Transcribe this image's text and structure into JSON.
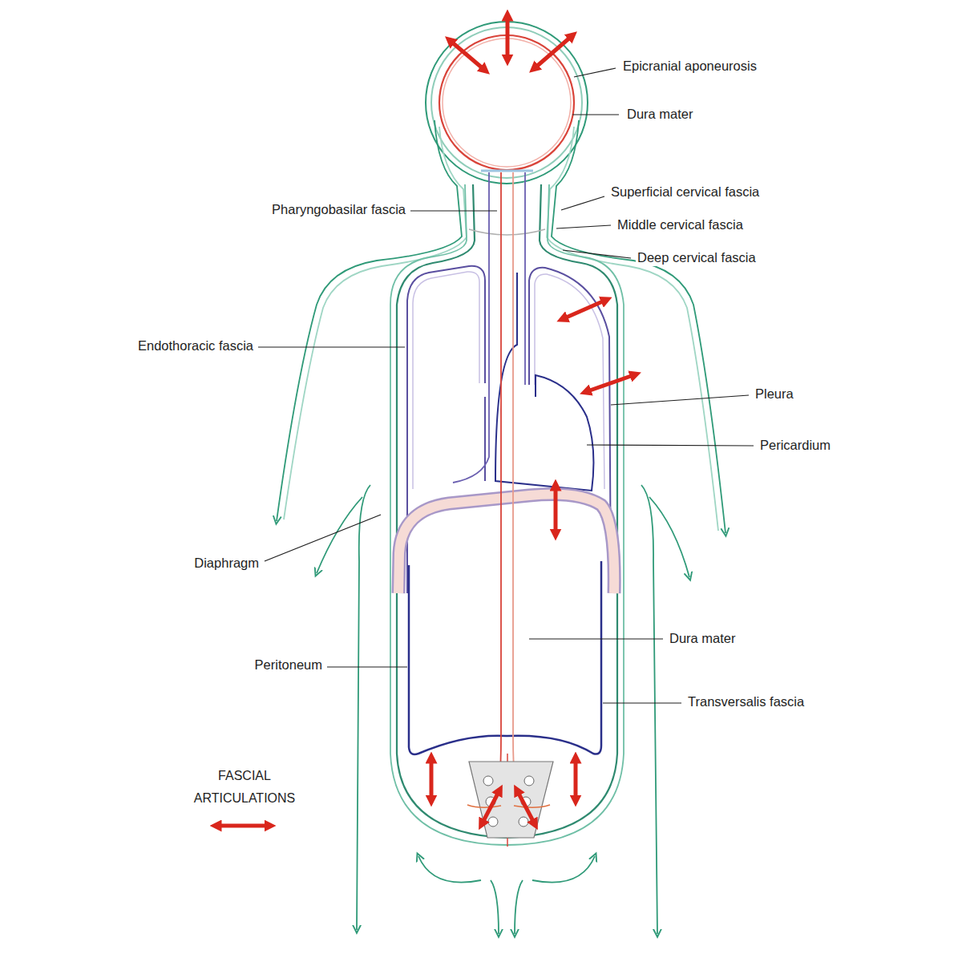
{
  "diagram": {
    "labels": [
      "Epicranial aponeurosis",
      "Dura mater",
      "Superficial cervical fascia",
      "Middle cervical fascia",
      "Deep cervical fascia",
      "Pharyngobasilar fascia",
      "Endothoracic fascia",
      "Pleura",
      "Pericardium",
      "Diaphragm",
      "Dura mater",
      "Peritoneum",
      "Transversalis fascia"
    ],
    "legend": [
      {
        "text": "FASCIAL ARTICULATIONS"
      }
    ]
  }
}
